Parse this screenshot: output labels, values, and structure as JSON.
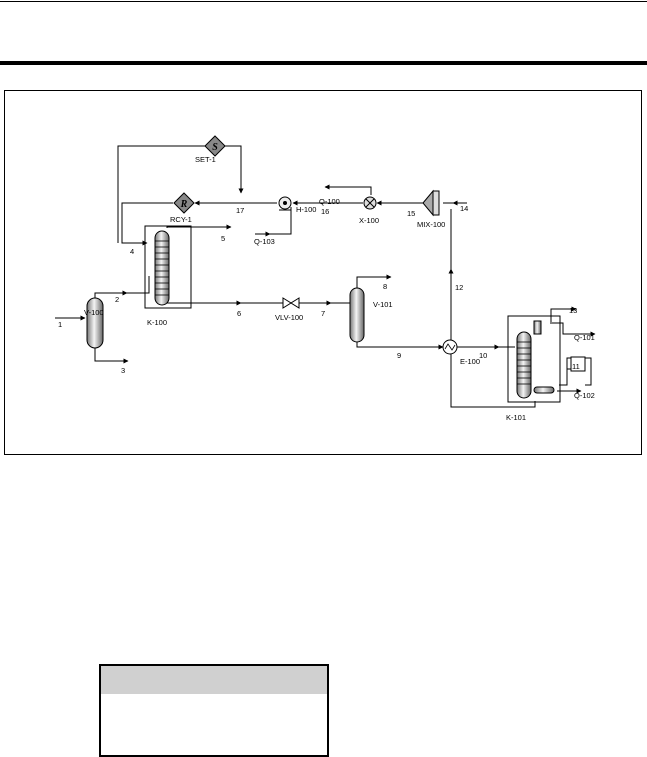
{
  "diagram": {
    "units": {
      "v100": "V-100",
      "k100": "K-100",
      "vlv100": "VLV-100",
      "v101": "V-101",
      "e100": "E-100",
      "k101": "K-101",
      "set1": "SET-1",
      "rcy1": "RCY-1",
      "h100": "H-100",
      "x100": "X-100",
      "mix100": "MIX-100"
    },
    "unit_icons": {
      "set1": "S",
      "rcy1": "R"
    },
    "streams": {
      "s1": "1",
      "s2": "2",
      "s3": "3",
      "s4": "4",
      "s5": "5",
      "s6": "6",
      "s7": "7",
      "s8": "8",
      "s9": "9",
      "s10": "10",
      "s11": "11",
      "s12": "12",
      "s13": "13",
      "s14": "14",
      "s15": "15",
      "s16": "16",
      "s17": "17"
    },
    "energy_streams": {
      "q100": "Q-100",
      "q101": "Q-101",
      "q102": "Q-102",
      "q103": "Q-103"
    },
    "colors": {
      "line": "#000000",
      "special_block": "#888888",
      "box_header": "#d0d0d0"
    }
  }
}
